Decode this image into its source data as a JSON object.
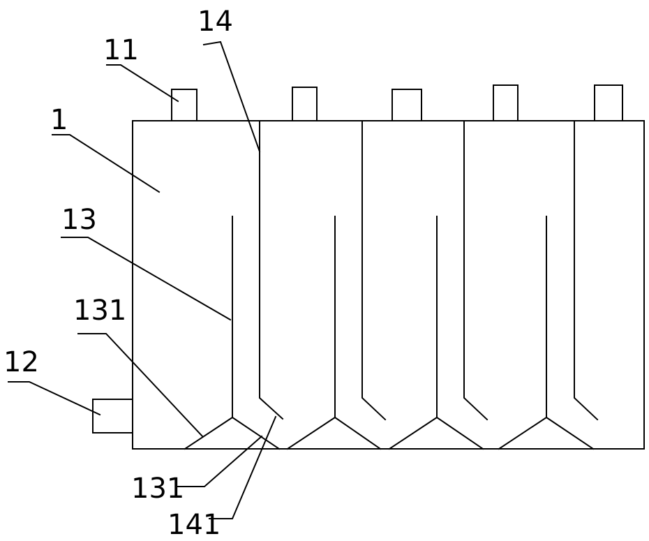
{
  "labels": {
    "tank": "1",
    "inlet": "11",
    "outlet": "12",
    "inner_baffle": "13",
    "deflector_inner": "131",
    "deflector_lower": "131",
    "outer_baffle": "14",
    "outer_deflector": "141"
  },
  "colors": {
    "line": "#000000",
    "background": "#ffffff"
  }
}
